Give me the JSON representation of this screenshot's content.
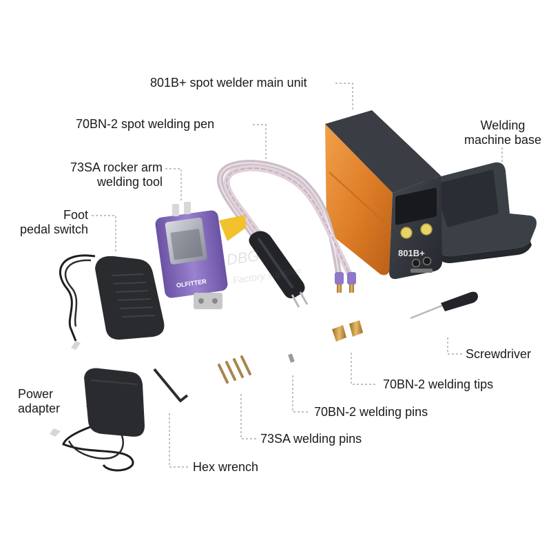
{
  "labels": {
    "main_unit": "801B+ spot welder main unit",
    "welding_pen": "70BN-2 spot welding pen",
    "rocker_arm_tool": "73SA rocker arm\nwelding tool",
    "foot_pedal": "Foot\npedal switch",
    "machine_base": "Welding\nmachine base",
    "screwdriver": "Screwdriver",
    "welding_tips": "70BN-2 welding tips",
    "bn_welding_pins": "70BN-2 welding pins",
    "sa_welding_pins": "73SA welding pins",
    "power_adapter": "Power\nadapter",
    "hex_wrench": "Hex wrench"
  },
  "device_text": {
    "model_badge": "801B+",
    "tool_brand": "OLFITTER"
  },
  "watermark": {
    "line1": "DBG",
    "line2": "Factory supplier"
  },
  "colors": {
    "main_unit_orange": "#e0822b",
    "main_unit_dark": "#34373d",
    "tool_purple": "#7f66b6",
    "label_text": "#1a1a1a",
    "leader_line": "#9a9a9a"
  }
}
